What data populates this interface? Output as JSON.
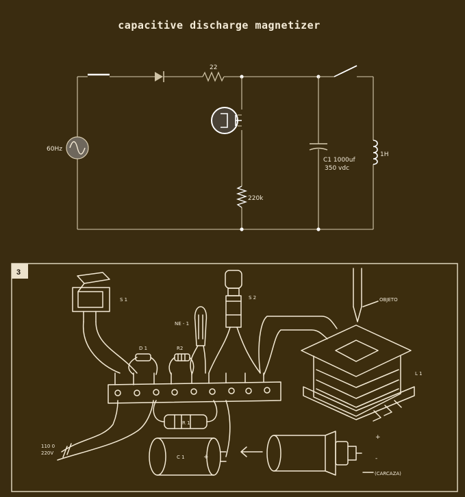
{
  "title": "capacitive discharge magnetizer",
  "schematic": {
    "source_label": "60Hz",
    "resistor_label": "22",
    "bleeder_label": "220k",
    "capacitor_label_line1": "C1 1000uf",
    "capacitor_label_line2": "350 vdc",
    "inductor_label": "1H"
  },
  "assembly": {
    "figure_number": "3",
    "switch1_label": "S 1",
    "switch2_label": "S 2",
    "neon_label": "NE - 1",
    "diode_label": "D 1",
    "resistor2_label": "R2",
    "resistor1_label": "R 1",
    "object_label": "OBJETO",
    "coil_label": "L 1",
    "capacitor_label": "C 1",
    "mains_label_line1": "110 0",
    "mains_label_line2": "220V",
    "plus_label": "+",
    "minus_label": "-",
    "case_label": "(CARCAZA)"
  },
  "colors": {
    "background": "#3a2c10",
    "wire": "#d8ccb0",
    "ink": "#f4ead5",
    "panel": "#3c2d0e"
  }
}
